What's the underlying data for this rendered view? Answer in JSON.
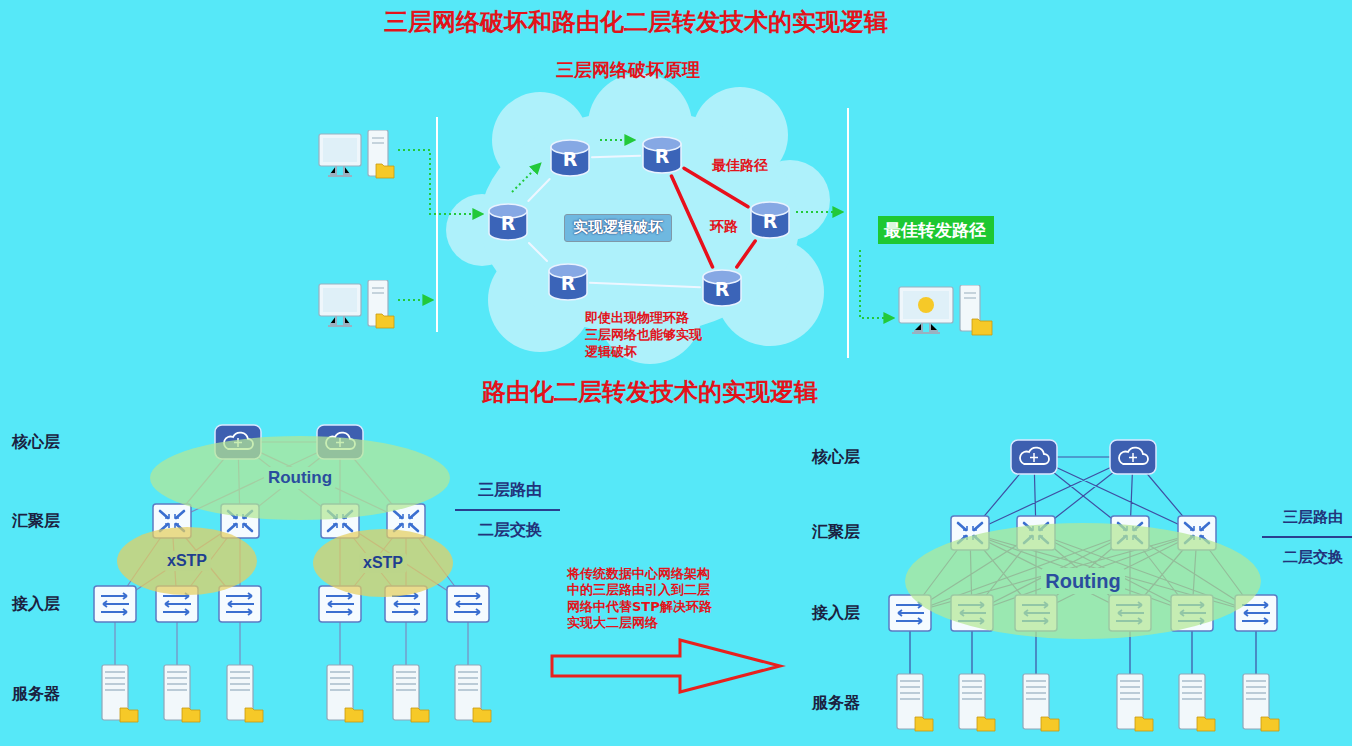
{
  "diagram": {
    "title": "三层网络破坏和路由化二层转发技术的实现逻辑",
    "nodes": [
      {
        "text": [
          "R"
        ]
      },
      {
        "text": [
          "R"
        ]
      },
      {
        "text": [
          "R"
        ]
      },
      {
        "text": [
          "实现逻辑破坏"
        ]
      },
      {
        "text": [
          "R"
        ]
      },
      {
        "text": [
          "最佳转发路径"
        ]
      },
      {
        "text": [
          "R"
        ]
      },
      {
        "text": [
          "R"
        ]
      },
      {
        "text": [
          "Routing"
        ]
      },
      {
        "text": [
          "xSTP"
        ]
      },
      {
        "text": [
          "xSTP"
        ]
      },
      {
        "text": [
          "Routing"
        ]
      }
    ],
    "edges": [
      {
        "from": 2,
        "to": 0,
        "arrow": "none"
      },
      {
        "from": 0,
        "to": 1,
        "arrow": "none"
      },
      {
        "from": 1,
        "to": 4,
        "arrow": "none"
      },
      {
        "from": 4,
        "to": 7,
        "arrow": "none"
      },
      {
        "from": 7,
        "to": 6,
        "arrow": "none"
      },
      {
        "from": 6,
        "to": 2,
        "arrow": "none"
      },
      {
        "from": 1,
        "to": 7,
        "arrow": "none"
      }
    ],
    "labels": [
      "三层网络破坏原理",
      "最佳路径",
      "环路",
      "即使出现物理环路 三层网络也能够实现逻辑破坏",
      "路由化二层转发技术的实现逻辑",
      "核心层",
      "汇聚层",
      "接入层",
      "服务器",
      "三层路由",
      "二层交换",
      "将传统数据中心网络架构中的三层路由引入到二层网络中代替STP解决环路实现大二层网络",
      "核心层",
      "汇聚层",
      "接入层",
      "服务器",
      "三层路由",
      "二层交换"
    ]
  }
}
